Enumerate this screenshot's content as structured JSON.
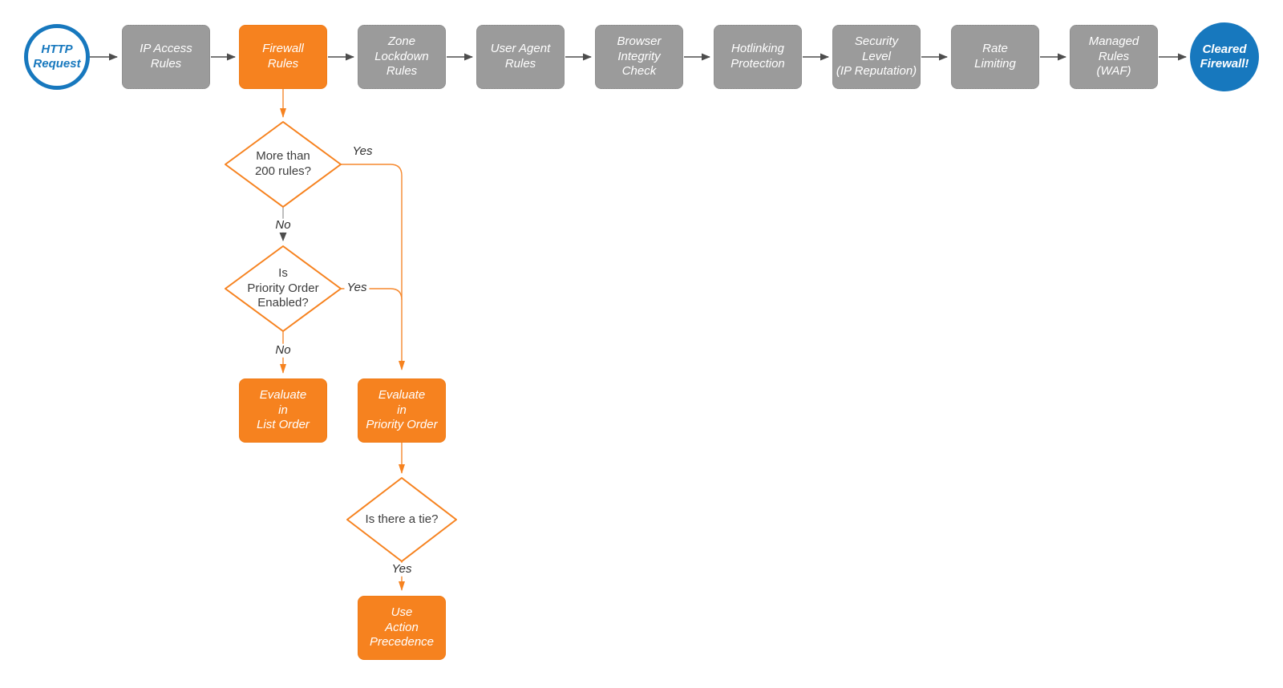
{
  "diagram": {
    "type": "flowchart",
    "colors": {
      "accent_orange": "#f6821f",
      "step_gray": "#9b9b9b",
      "terminal_blue": "#1778be",
      "arrow_dark": "#4d4d4d",
      "background": "#ffffff",
      "node_text_light": "#ffffff",
      "decision_text": "#3d3d3d"
    }
  },
  "nodes": {
    "http_request": "HTTP\nRequest",
    "ip_access_rules": "IP Access\nRules",
    "firewall_rules": "Firewall\nRules",
    "zone_lockdown_rules": "Zone\nLockdown\nRules",
    "user_agent_rules": "User Agent\nRules",
    "browser_integrity_check": "Browser\nIntegrity\nCheck",
    "hotlinking_protection": "Hotlinking\nProtection",
    "security_level": "Security\nLevel\n(IP Reputation)",
    "rate_limiting": "Rate\nLimiting",
    "managed_rules": "Managed\nRules\n(WAF)",
    "cleared_firewall": "Cleared\nFirewall!",
    "decision_more_than_200": "More than\n200 rules?",
    "decision_priority_enabled": "Is\nPriority Order\nEnabled?",
    "evaluate_list_order": "Evaluate\nin\nList Order",
    "evaluate_priority_order": "Evaluate\nin\nPriority Order",
    "decision_tie": "Is there a tie?",
    "use_action_precedence": "Use\nAction\nPrecedence"
  },
  "edge_labels": {
    "d1_yes": "Yes",
    "d1_no": "No",
    "d2_yes": "Yes",
    "d2_no": "No",
    "d3_yes": "Yes"
  }
}
